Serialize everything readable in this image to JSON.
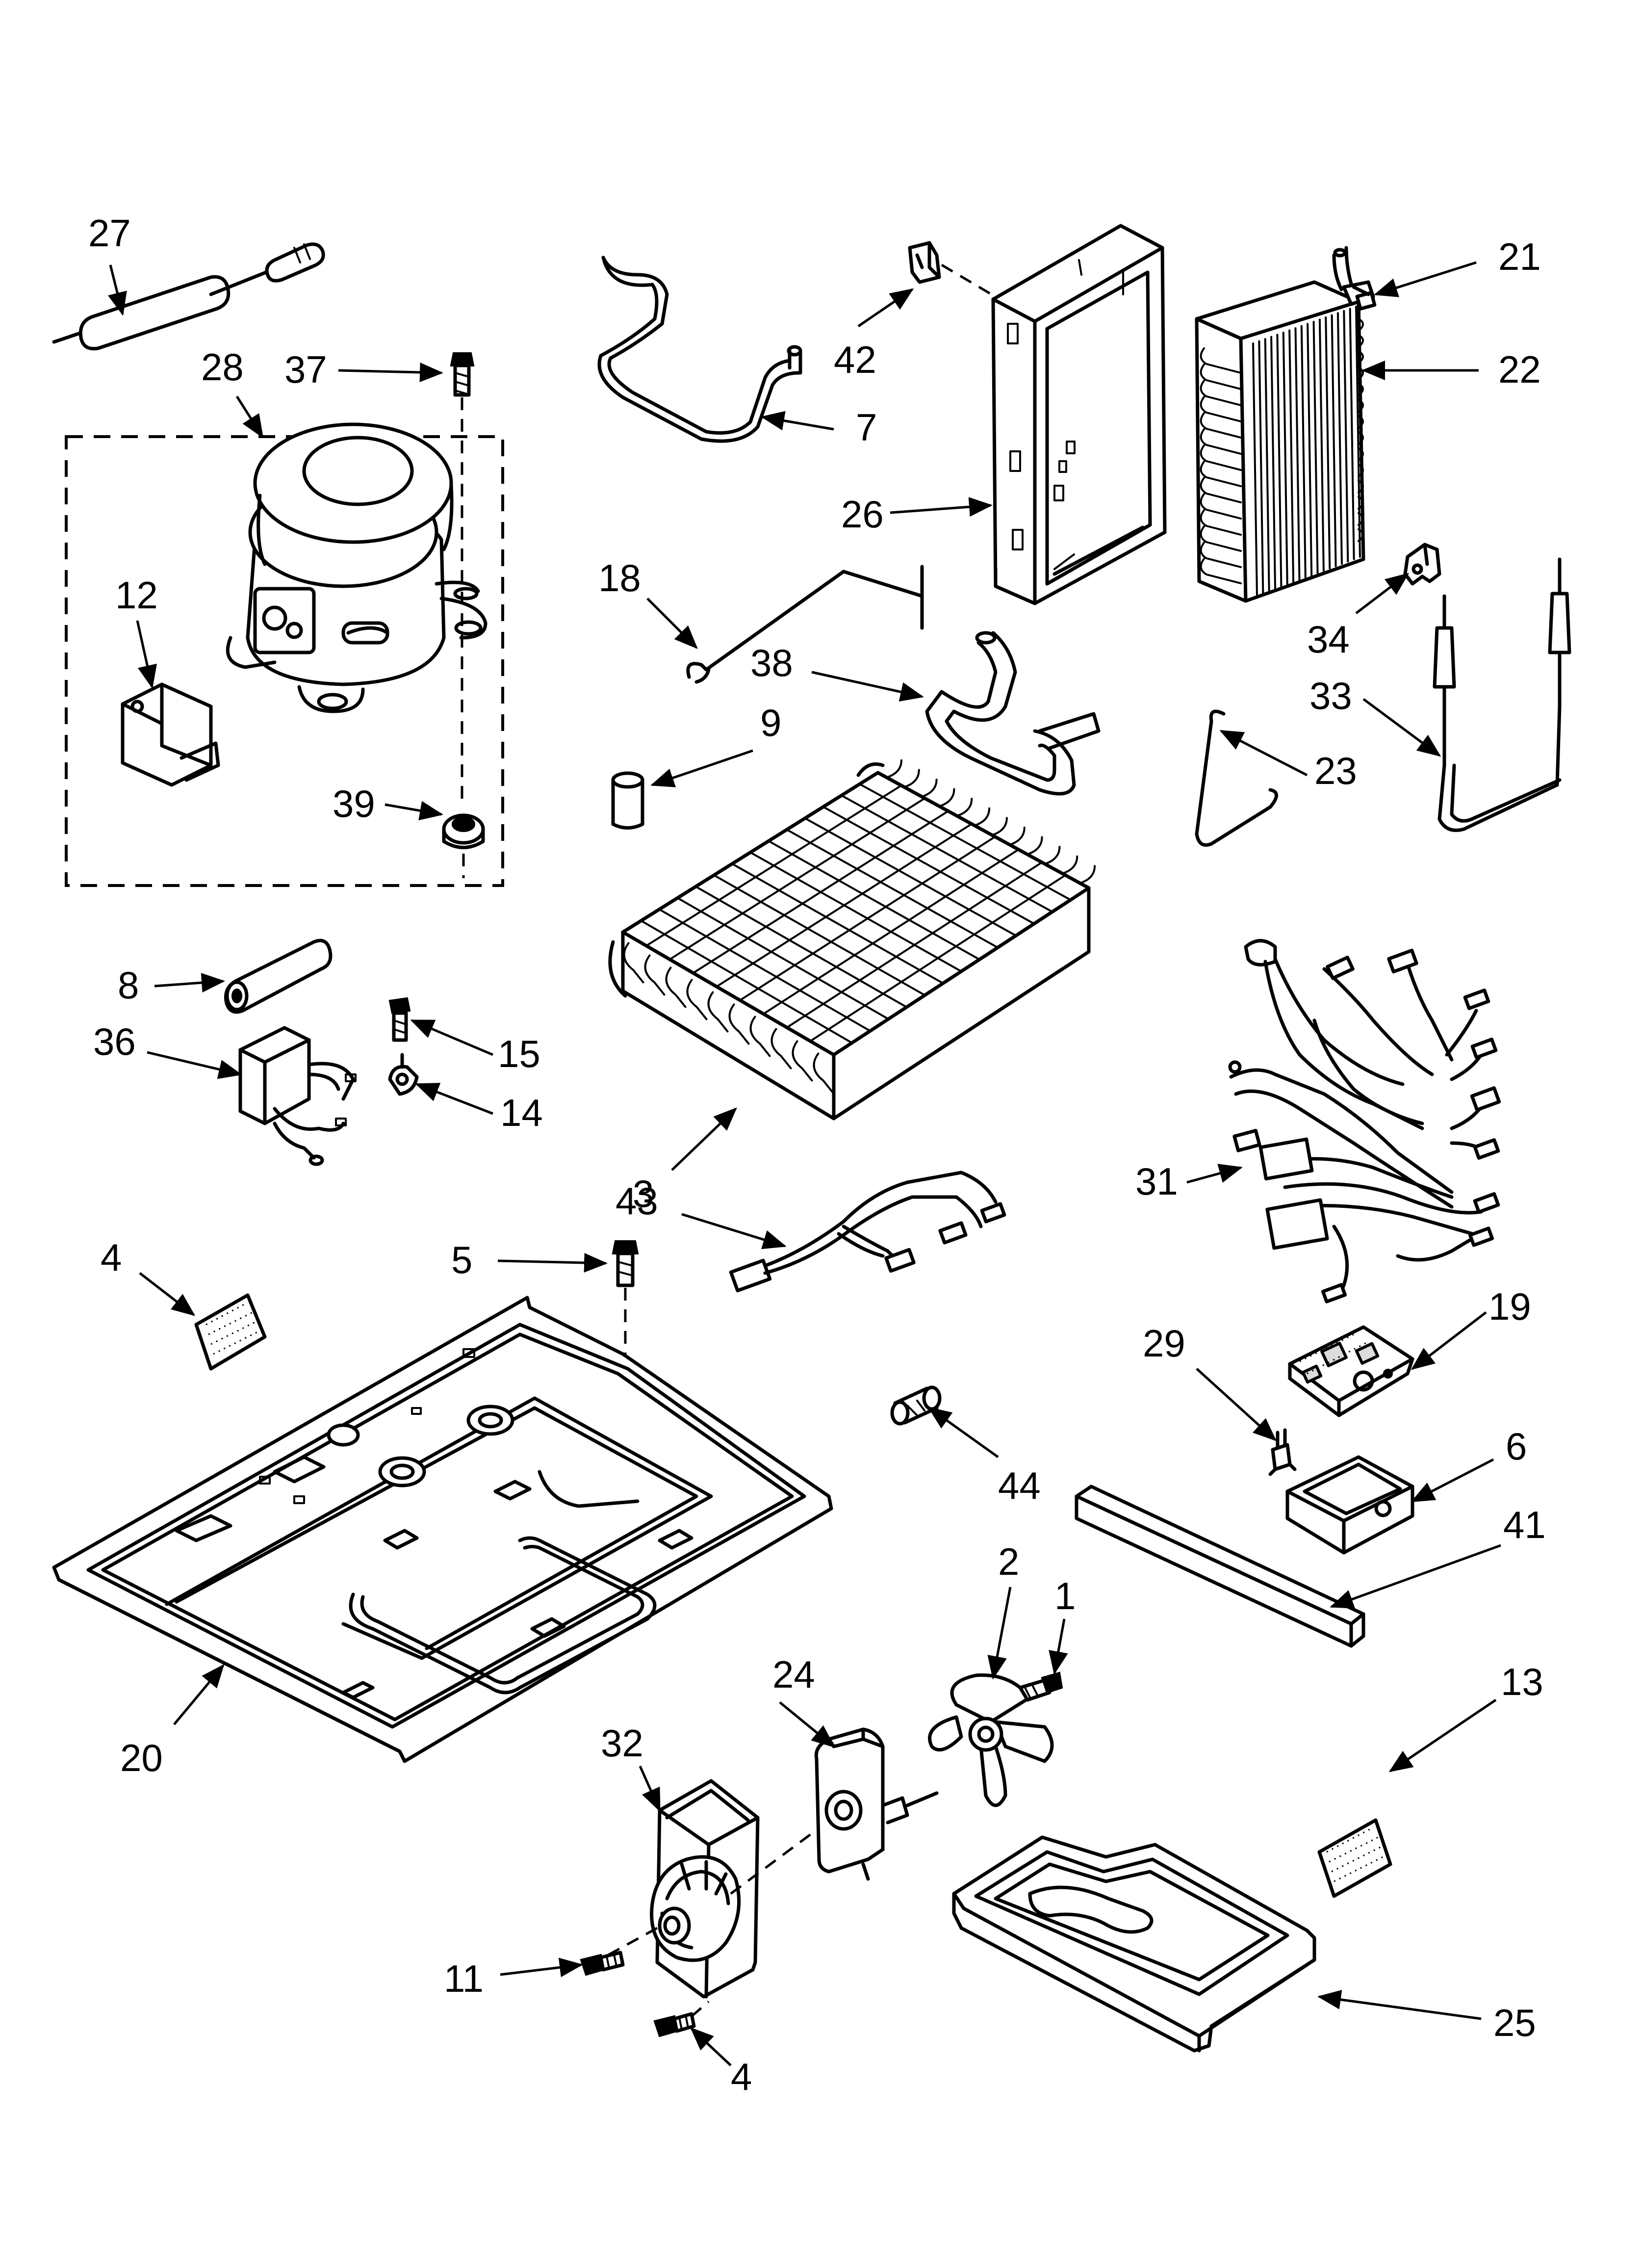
{
  "parts": [
    {
      "id": "part-27",
      "label": "27"
    },
    {
      "id": "part-28",
      "label": "28"
    },
    {
      "id": "part-37",
      "label": "37"
    },
    {
      "id": "part-12",
      "label": "12"
    },
    {
      "id": "part-39",
      "label": "39"
    },
    {
      "id": "part-7",
      "label": "7"
    },
    {
      "id": "part-42",
      "label": "42"
    },
    {
      "id": "part-26",
      "label": "26"
    },
    {
      "id": "part-21",
      "label": "21"
    },
    {
      "id": "part-22",
      "label": "22"
    },
    {
      "id": "part-18",
      "label": "18"
    },
    {
      "id": "part-38",
      "label": "38"
    },
    {
      "id": "part-9",
      "label": "9"
    },
    {
      "id": "part-34",
      "label": "34"
    },
    {
      "id": "part-33",
      "label": "33"
    },
    {
      "id": "part-23",
      "label": "23"
    },
    {
      "id": "part-8",
      "label": "8"
    },
    {
      "id": "part-15",
      "label": "15"
    },
    {
      "id": "part-14",
      "label": "14"
    },
    {
      "id": "part-36",
      "label": "36"
    },
    {
      "id": "part-3",
      "label": "3"
    },
    {
      "id": "part-43",
      "label": "43"
    },
    {
      "id": "part-31",
      "label": "31"
    },
    {
      "id": "part-4-top",
      "label": "4"
    },
    {
      "id": "part-5",
      "label": "5"
    },
    {
      "id": "part-19",
      "label": "19"
    },
    {
      "id": "part-29",
      "label": "29"
    },
    {
      "id": "part-6",
      "label": "6"
    },
    {
      "id": "part-44",
      "label": "44"
    },
    {
      "id": "part-41",
      "label": "41"
    },
    {
      "id": "part-2",
      "label": "2"
    },
    {
      "id": "part-1",
      "label": "1"
    },
    {
      "id": "part-24",
      "label": "24"
    },
    {
      "id": "part-20",
      "label": "20"
    },
    {
      "id": "part-13",
      "label": "13"
    },
    {
      "id": "part-32",
      "label": "32"
    },
    {
      "id": "part-11",
      "label": "11"
    },
    {
      "id": "part-4-bottom",
      "label": "4"
    },
    {
      "id": "part-25",
      "label": "25"
    }
  ]
}
